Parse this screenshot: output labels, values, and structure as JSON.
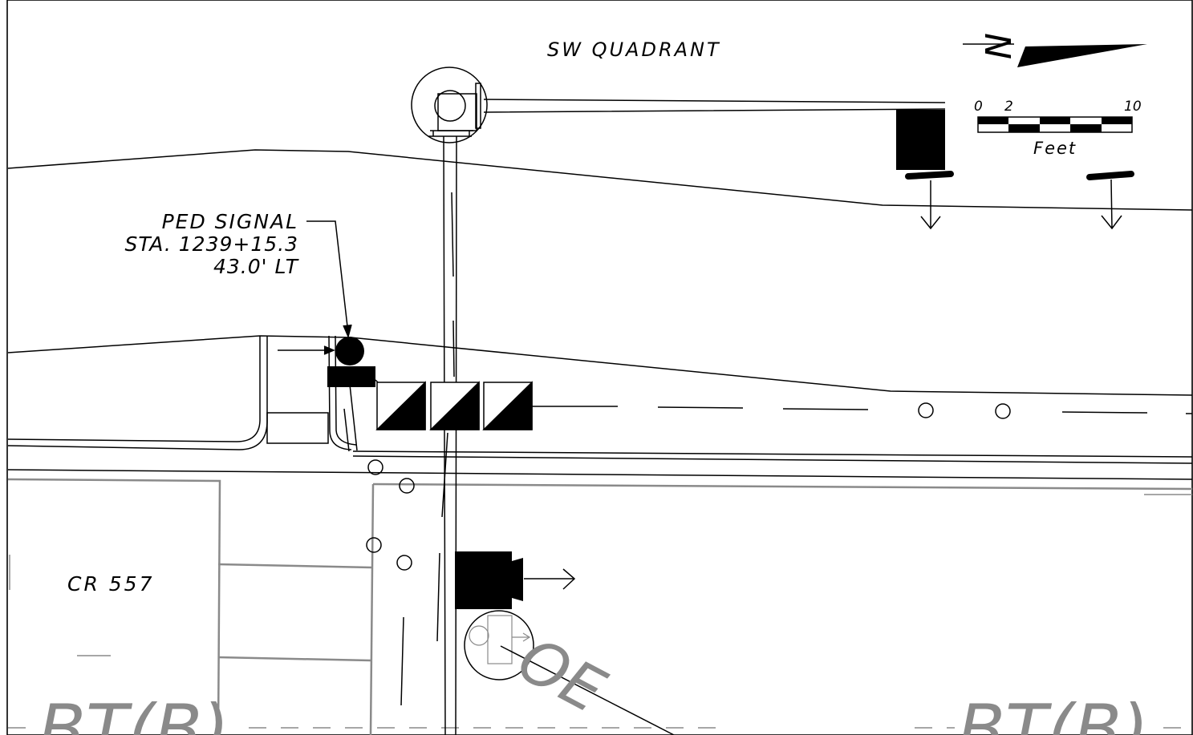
{
  "title": "SW QUADRANT",
  "north_arrow": {
    "letter": "N",
    "icon": "north-arrow-icon"
  },
  "scale_bar": {
    "ticks": [
      "0",
      "2",
      "10"
    ],
    "unit": "Feet"
  },
  "callout": {
    "line1": "PED SIGNAL",
    "line2": "STA. 1239+15.3",
    "line3": "43.0' LT"
  },
  "road_label": "CR 557",
  "overhead_label": "OE",
  "boundary_labels": [
    "BT(B)",
    "BT(B)"
  ],
  "colors": {
    "ink": "#000000",
    "existing": "#8a8a8a",
    "paper": "#ffffff"
  }
}
